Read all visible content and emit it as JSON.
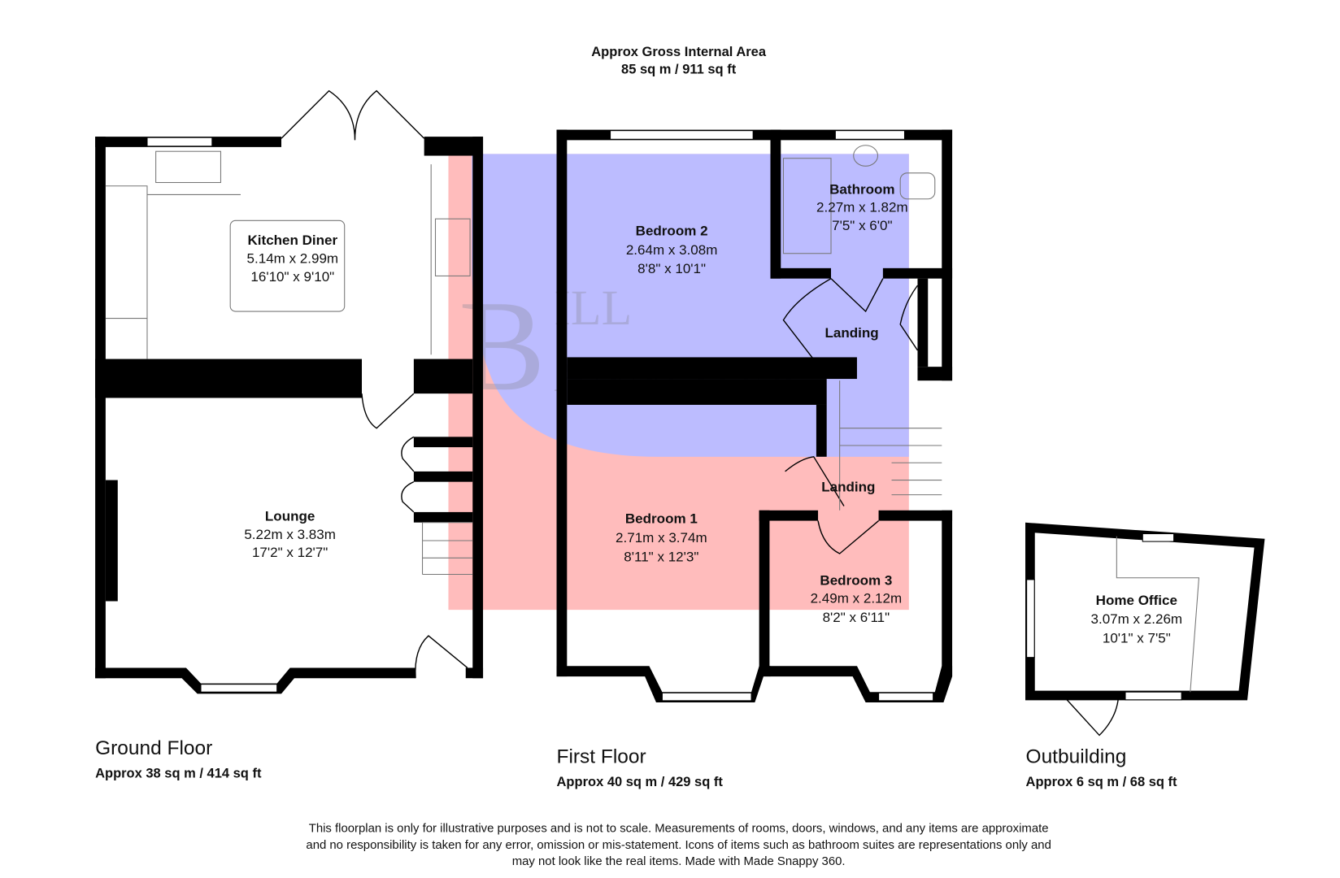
{
  "header": {
    "title": "Approx Gross Internal Area",
    "area": "85 sq m / 911 sq ft"
  },
  "watermark": {
    "brand": "BILL BANNISTER",
    "colors": {
      "blue": "#b9b9ff",
      "pink": "#ffb9b9"
    }
  },
  "floors": [
    {
      "name": "Ground Floor",
      "area": "Approx 38 sq m / 414 sq ft",
      "rooms": [
        {
          "name": "Kitchen Diner",
          "metric": "5.14m x 2.99m",
          "imperial": "16'10\" x 9'10\""
        },
        {
          "name": "Lounge",
          "metric": "5.22m x 3.83m",
          "imperial": "17'2\" x 12'7\""
        }
      ]
    },
    {
      "name": "First Floor",
      "area": "Approx 40 sq m / 429 sq ft",
      "rooms": [
        {
          "name": "Bedroom 2",
          "metric": "2.64m x 3.08m",
          "imperial": "8'8\" x 10'1\""
        },
        {
          "name": "Bathroom",
          "metric": "2.27m x 1.82m",
          "imperial": "7'5\" x 6'0\""
        },
        {
          "name": "Landing"
        },
        {
          "name": "Landing"
        },
        {
          "name": "Bedroom 1",
          "metric": "2.71m x 3.74m",
          "imperial": "8'11\" x 12'3\""
        },
        {
          "name": "Bedroom 3",
          "metric": "2.49m x 2.12m",
          "imperial": "8'2\" x 6'11\""
        }
      ]
    },
    {
      "name": "Outbuilding",
      "area": "Approx 6 sq m / 68 sq ft",
      "rooms": [
        {
          "name": "Home Office",
          "metric": "3.07m x 2.26m",
          "imperial": "10'1\" x 7'5\""
        }
      ]
    }
  ],
  "disclaimer": [
    "This floorplan is only for illustrative purposes and is not to scale. Measurements of rooms, doors, windows, and any items are approximate",
    "and no responsibility is taken for any error, omission or mis-statement. Icons of items such as bathroom suites are representations only and",
    "may not look like the real items. Made with Made Snappy 360."
  ]
}
